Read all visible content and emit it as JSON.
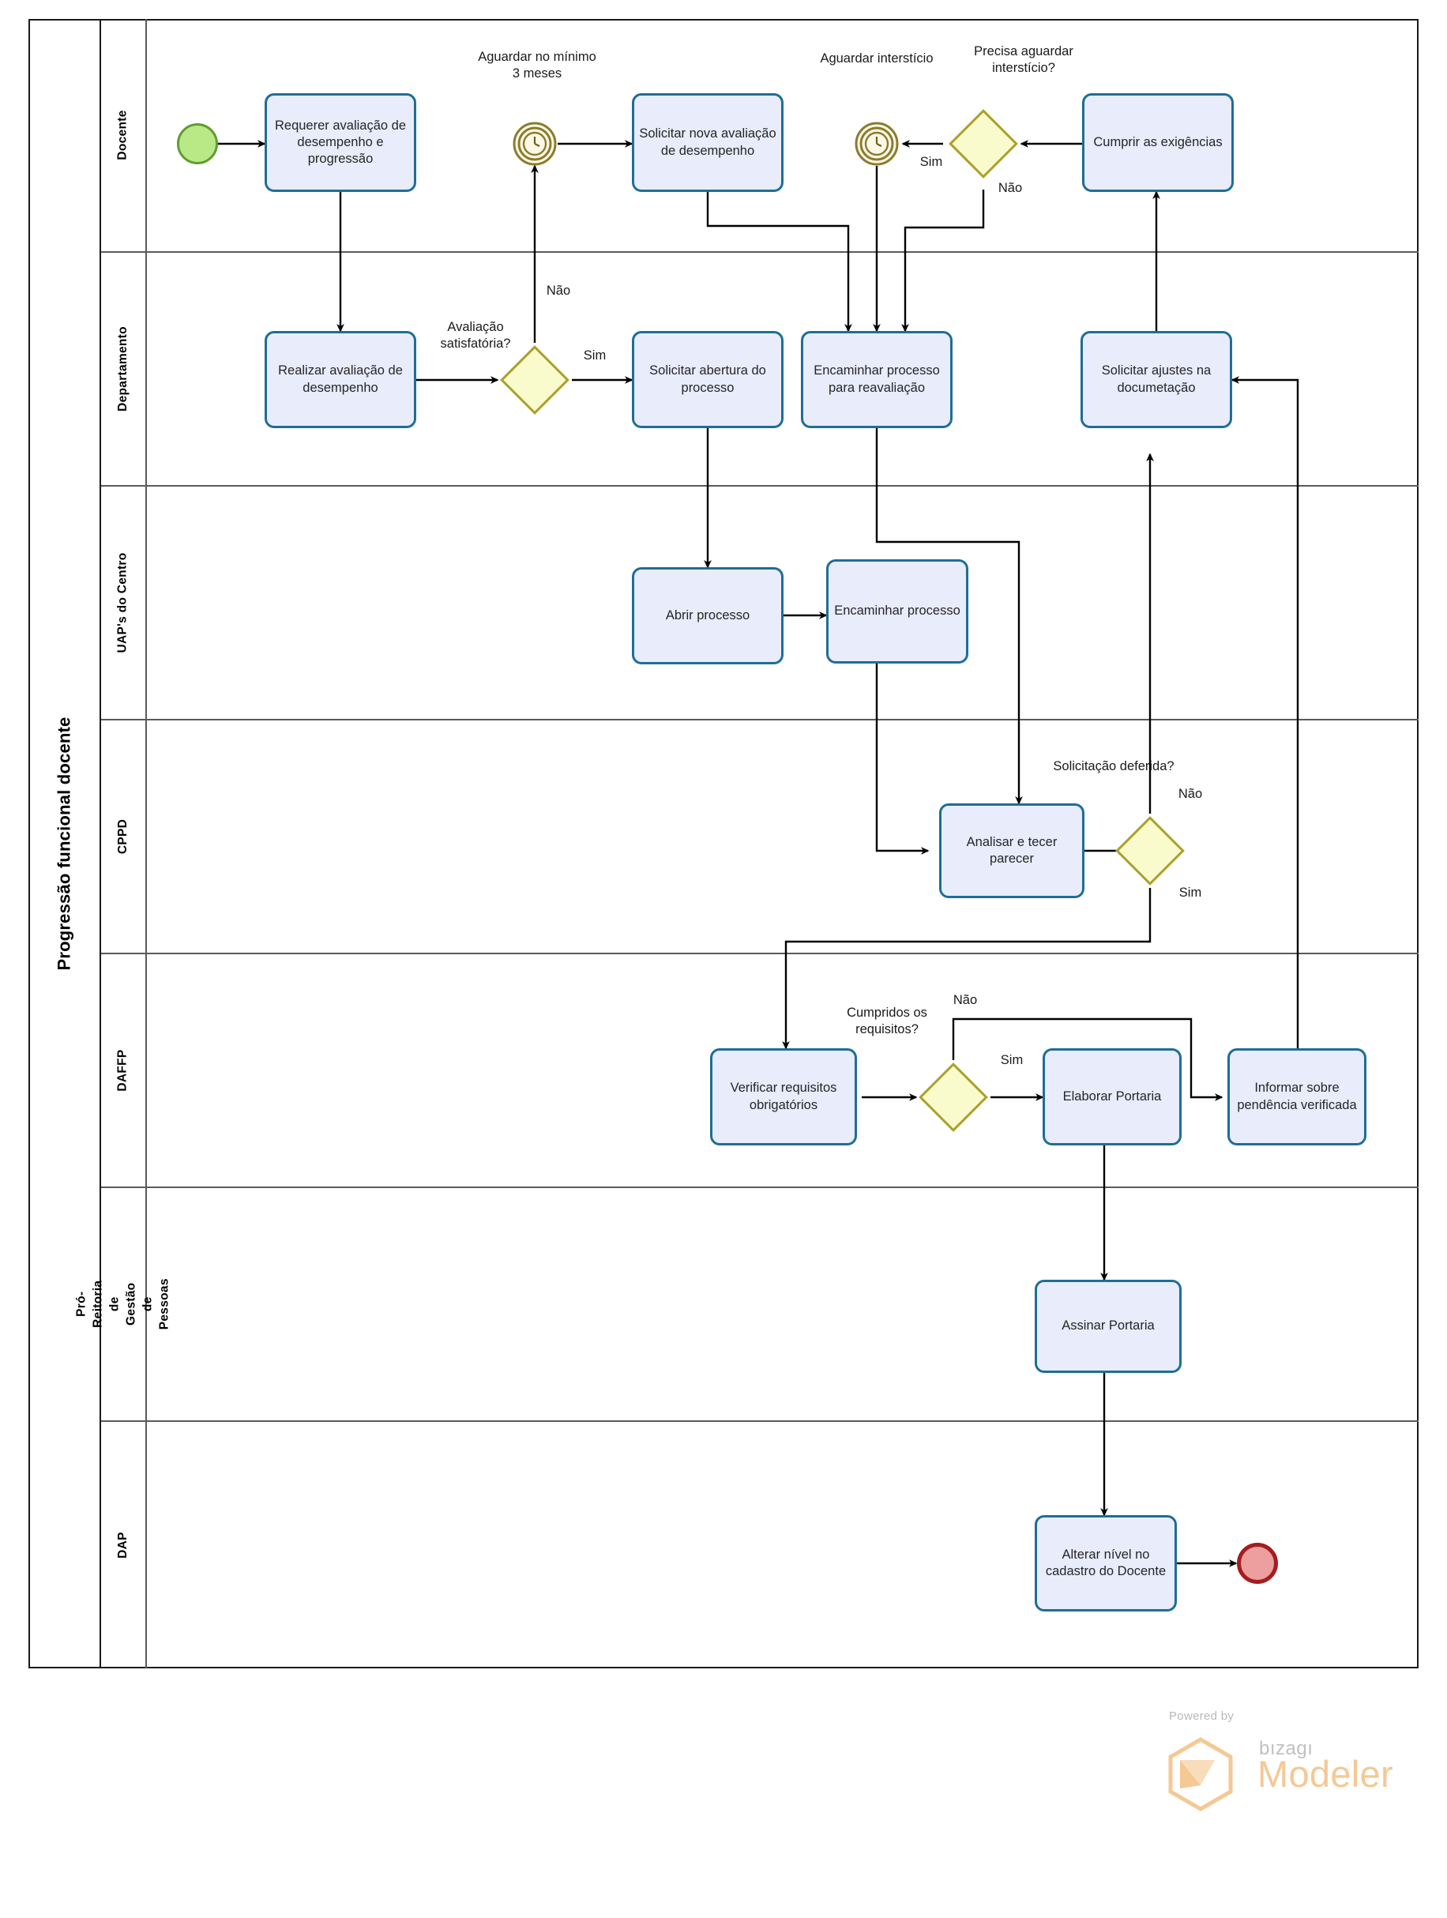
{
  "pool": {
    "title": "Progressão funcional docente"
  },
  "lanes": [
    {
      "id": "docente",
      "label": "Docente"
    },
    {
      "id": "departamento",
      "label": "Departamento"
    },
    {
      "id": "uaps",
      "label": "UAP's do Centro"
    },
    {
      "id": "cppd",
      "label": "CPPD"
    },
    {
      "id": "daffp",
      "label": "DAFFP"
    },
    {
      "id": "prgp",
      "label": "Pró-Reitoria de Gestão de Pessoas"
    },
    {
      "id": "dap",
      "label": "DAP"
    }
  ],
  "events": {
    "start": {
      "name": "start-event",
      "label": ""
    },
    "end": {
      "name": "end-event",
      "label": ""
    },
    "timer_3_meses": {
      "label": "Aguardar no mínimo 3 meses"
    },
    "timer_intersticio": {
      "label": "Aguardar interstício"
    }
  },
  "tasks": {
    "requerer": "Requerer avaliação de desempenho e progressão",
    "solicitar_nova_avaliacao": "Solicitar nova avaliação de desempenho",
    "cumprir_exigencias": "Cumprir as exigências",
    "realizar_avaliacao": "Realizar avaliação de desempenho",
    "solicitar_abertura": "Solicitar abertura do processo",
    "encaminhar_reavaliacao": "Encaminhar processo para reavaliação",
    "solicitar_ajustes": "Solicitar ajustes na documetação",
    "abrir_processo": "Abrir processo",
    "encaminhar_processo": "Encaminhar processo",
    "analisar_parecer": "Analisar e tecer parecer",
    "verificar_requisitos": "Verificar requisitos obrigatórios",
    "elaborar_portaria": "Elaborar Portaria",
    "informar_pendencia": "Informar sobre pendência verificada",
    "assinar_portaria": "Assinar Portaria",
    "alterar_nivel": "Alterar nível no cadastro do Docente"
  },
  "gateways": {
    "avaliacao_satisfatoria": "Avaliação satisfatória?",
    "precisa_intersticio": "Precisa aguardar interstício?",
    "solicitacao_deferida": "Solicitação deferida?",
    "cumpridos_requisitos": "Cumpridos os requisitos?"
  },
  "flow_labels": {
    "nao_avaliacao": "Não",
    "sim_avaliacao": "Sim",
    "sim_intersticio": "Sim",
    "nao_intersticio": "Não",
    "nao_deferida": "Não",
    "sim_deferida": "Sim",
    "nao_requisitos": "Não",
    "sim_requisitos": "Sim"
  },
  "branding": {
    "powered_by": "Powered by",
    "bizagi": "bızagı",
    "modeler": "Modeler"
  },
  "colors": {
    "task_fill": "#e8ecfb",
    "task_stroke": "#1e6e96",
    "gateway_fill": "#fafbcd",
    "gateway_stroke": "#a9a12a",
    "start_fill": "#b9e887",
    "start_stroke": "#5f9e2e",
    "end_fill": "#ed9e9e",
    "end_stroke": "#a31d1f",
    "timer_stroke": "#8c7b2d",
    "brand_orange": "#f5c894"
  }
}
